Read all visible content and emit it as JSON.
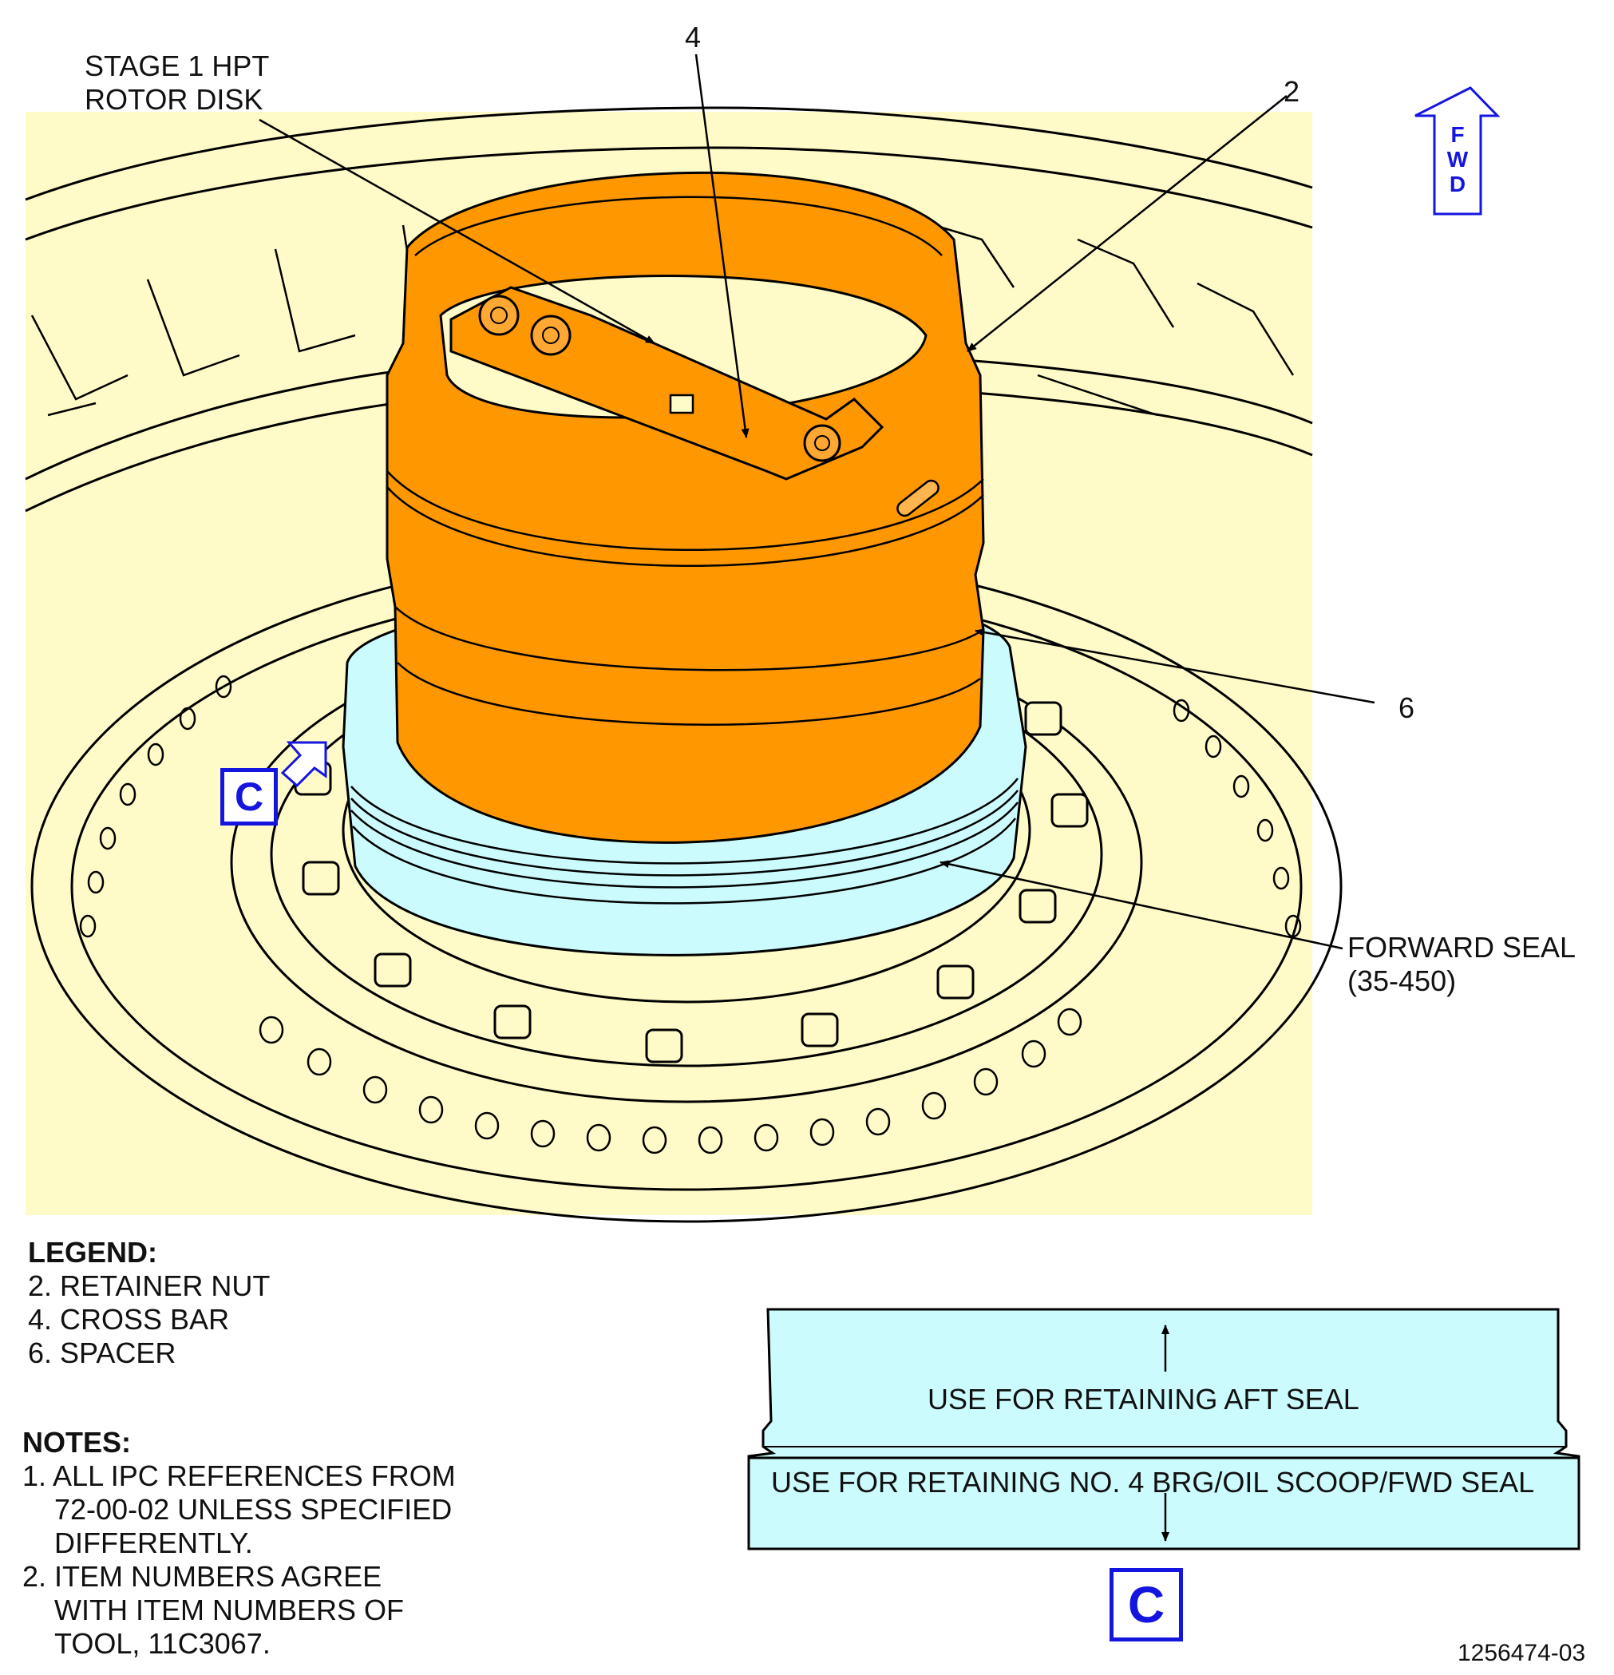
{
  "callouts": {
    "rotor_disk_line1": "STAGE 1 HPT",
    "rotor_disk_line2": "ROTOR DISK",
    "item_4": "4",
    "item_2": "2",
    "item_6": "6",
    "forward_seal_line1": "FORWARD SEAL",
    "forward_seal_line2": "(35-450)"
  },
  "fwd_arrow": {
    "letters": [
      "F",
      "W",
      "D"
    ]
  },
  "view_marker": {
    "label": "C"
  },
  "legend": {
    "title": "LEGEND:",
    "items": [
      "2. RETAINER NUT",
      "4. CROSS BAR",
      "6. SPACER"
    ]
  },
  "notes": {
    "title": "NOTES:",
    "lines": [
      "1. ALL IPC REFERENCES FROM",
      "72-00-02 UNLESS SPECIFIED",
      "DIFFERENTLY.",
      "2. ITEM NUMBERS AGREE",
      "WITH ITEM NUMBERS OF",
      "TOOL, 11C3067."
    ]
  },
  "detail_view": {
    "top_label": "USE FOR RETAINING AFT SEAL",
    "bottom_label": "USE FOR RETAINING NO. 4 BRG/OIL SCOOP/FWD SEAL",
    "view_label": "C"
  },
  "figure_number": "1256474-03",
  "colors": {
    "background_panel": "#fffbc8",
    "spacer_orange": "#ff9800",
    "seal_cyan": "#ccfbfd",
    "marker_blue": "#1515e0"
  }
}
